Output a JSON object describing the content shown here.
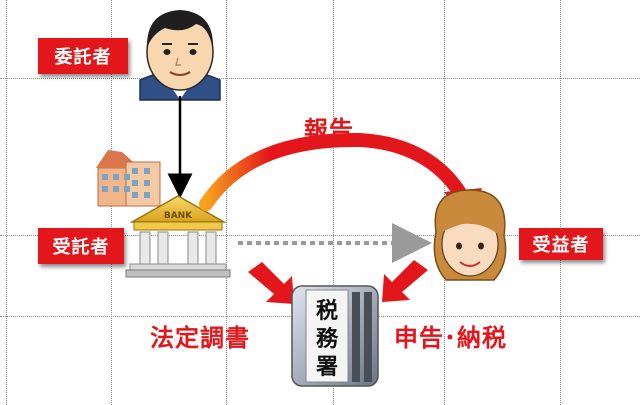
{
  "labels": {
    "settlor": "委託者",
    "trustee": "受託者",
    "beneficiary": "受益者",
    "report": "報告",
    "statutory_docs": "法定調書",
    "filing_tax": "申告･納税",
    "bank_sign": "BANK",
    "tax_office_sign": [
      "税",
      "務",
      "署"
    ]
  },
  "colors": {
    "accent_red": "#e3161b",
    "grid": "#8c8c8c"
  },
  "icons": [
    "settlor-man-icon",
    "trustee-bank-icon",
    "building-icon",
    "beneficiary-woman-icon",
    "tax-office-icon"
  ]
}
